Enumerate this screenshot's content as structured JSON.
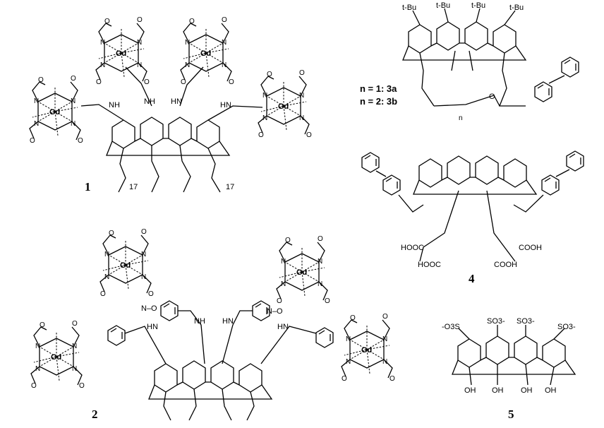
{
  "compounds": {
    "c1": {
      "id": "1",
      "labels": {
        "gd": "Gd",
        "nh": "NH",
        "hn": "HN",
        "chain_sub": "17"
      }
    },
    "c2": {
      "id": "2",
      "labels": {
        "gd": "Gd",
        "nh": "NH",
        "hn": "HN",
        "n_o": "N–O"
      }
    },
    "c3": {
      "variant_a": "n = 1: 3a",
      "variant_b": "n = 2: 3b",
      "labels": {
        "tbu": "t-Bu",
        "n_sub": "n"
      }
    },
    "c4": {
      "id": "4",
      "labels": {
        "hooc": "HOOC",
        "cooh": "COOH"
      }
    },
    "c5": {
      "id": "5",
      "labels": {
        "so3": "SO3-",
        "so3_left": "-O3S",
        "oh": "OH"
      }
    }
  }
}
